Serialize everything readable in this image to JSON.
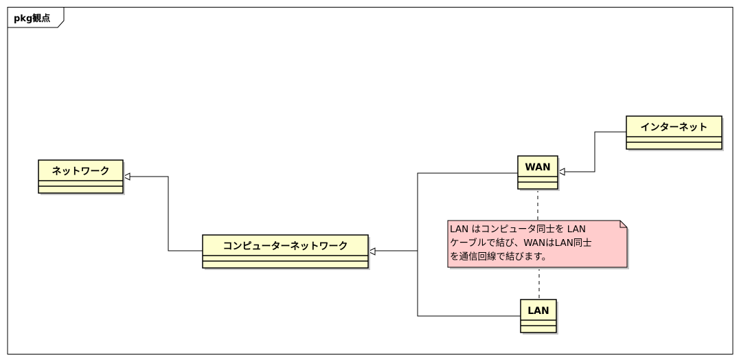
{
  "frame": {
    "title": "pkg観点"
  },
  "classes": [
    {
      "id": "network",
      "name": "ネットワーク"
    },
    {
      "id": "computer-network",
      "name": "コンピューターネットワーク"
    },
    {
      "id": "wan",
      "name": "WAN"
    },
    {
      "id": "lan",
      "name": "LAN"
    },
    {
      "id": "internet",
      "name": "インターネット"
    }
  ],
  "note": {
    "lines": [
      "LAN はコンピュータ同士を LAN",
      "ケーブルで結び、WANはLAN同士",
      "を通信回線で結びます。"
    ]
  },
  "colors": {
    "class_fill": "#FEFECE",
    "class_border": "#000000",
    "note_fill": "#FFCCCC",
    "shadow": "#C8C8C8",
    "line": "#000000"
  }
}
